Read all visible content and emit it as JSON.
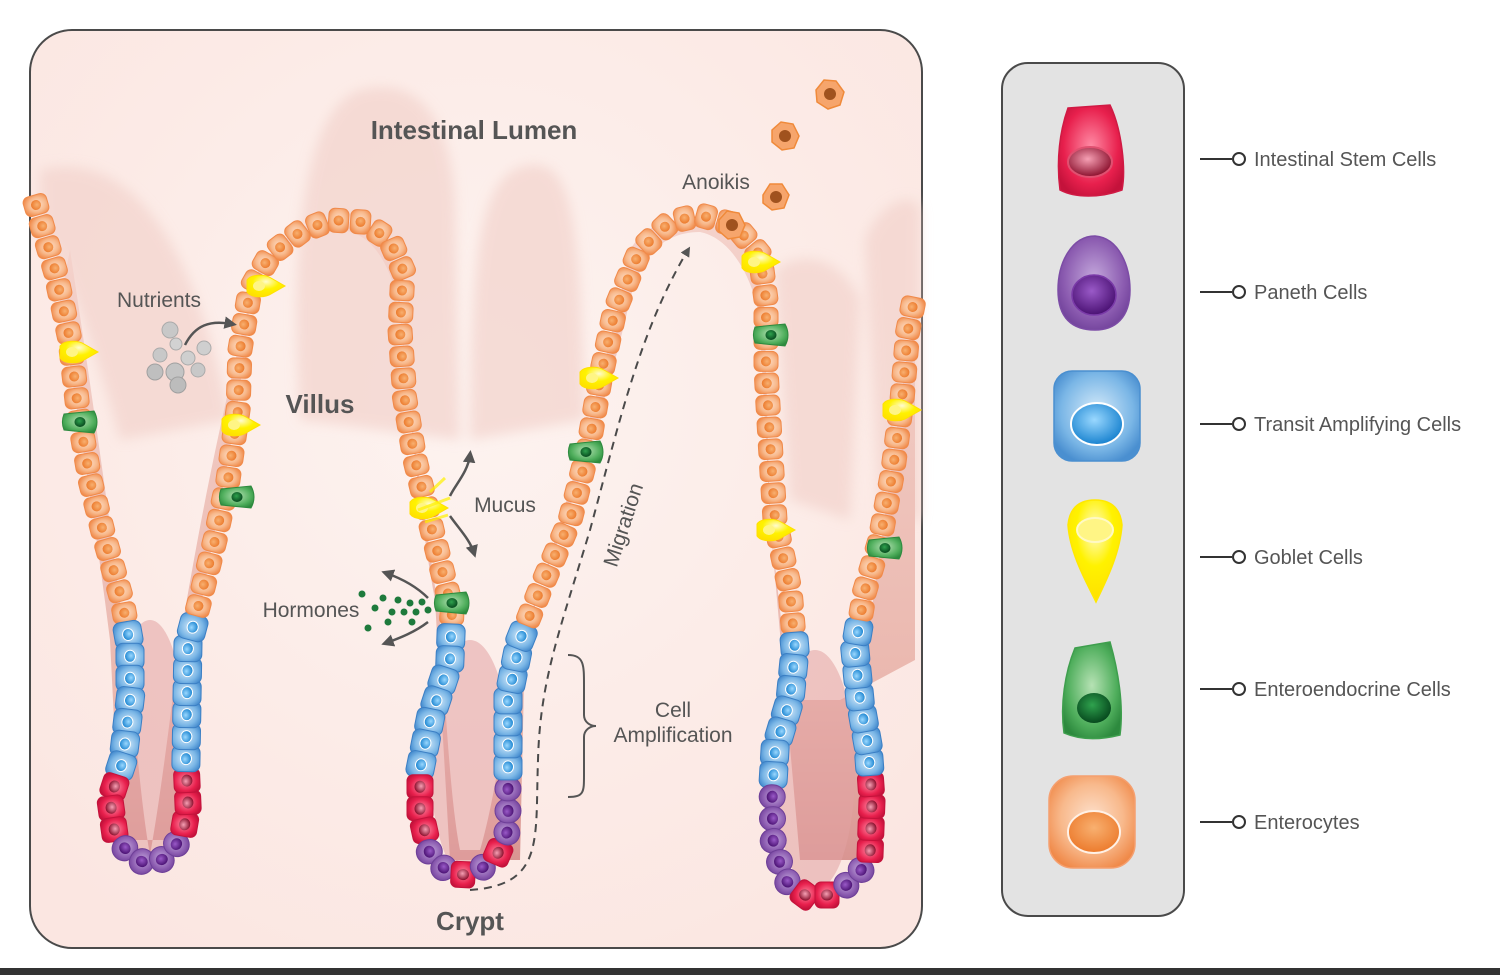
{
  "diagram": {
    "labels": {
      "lumen": "Intestinal Lumen",
      "villus": "Villus",
      "crypt": "Crypt",
      "nutrients": "Nutrients",
      "anoikis": "Anoikis",
      "mucus": "Mucus",
      "hormones": "Hormones",
      "migration": "Migration",
      "cell_amplification_line1": "Cell",
      "cell_amplification_line2": "Amplification"
    }
  },
  "legend": {
    "items": [
      {
        "label": "Intestinal Stem Cells",
        "icon": "stem-cell-icon",
        "fill": "#e8204d",
        "nucleus": "#b0142f"
      },
      {
        "label": "Paneth Cells",
        "icon": "paneth-cell-icon",
        "fill": "#8b5bb0",
        "nucleus": "#5e1a8a"
      },
      {
        "label": "Transit Amplifying Cells",
        "icon": "transit-amplifying-cell-icon",
        "fill": "#6fb1e8",
        "nucleus": "#1f8fd8"
      },
      {
        "label": "Goblet Cells",
        "icon": "goblet-cell-icon",
        "fill": "#fff200",
        "nucleus": "#ffe600"
      },
      {
        "label": "Enteroendocrine Cells",
        "icon": "enteroendocrine-cell-icon",
        "fill": "#4fae5c",
        "nucleus": "#0c5e2a"
      },
      {
        "label": "Enterocytes",
        "icon": "enterocyte-icon",
        "fill": "#f6a56c",
        "nucleus": "#f08a3a"
      }
    ]
  }
}
